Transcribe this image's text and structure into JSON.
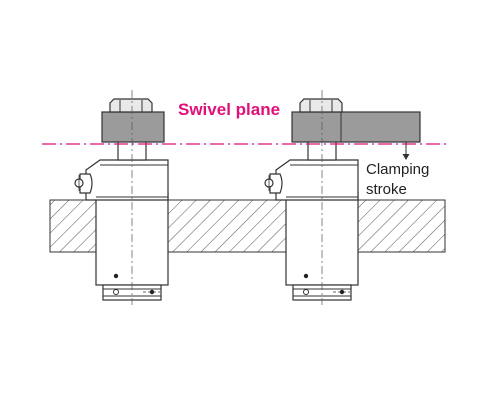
{
  "labels": {
    "swivel_plane": "Swivel plane",
    "clamping_line1": "Clamping",
    "clamping_line2": "stroke"
  },
  "colors": {
    "accent": "#e0107a",
    "line": "#333333",
    "gray_fill": "#9b9b9b",
    "light_fill": "#e9e9e9",
    "white": "#ffffff"
  }
}
